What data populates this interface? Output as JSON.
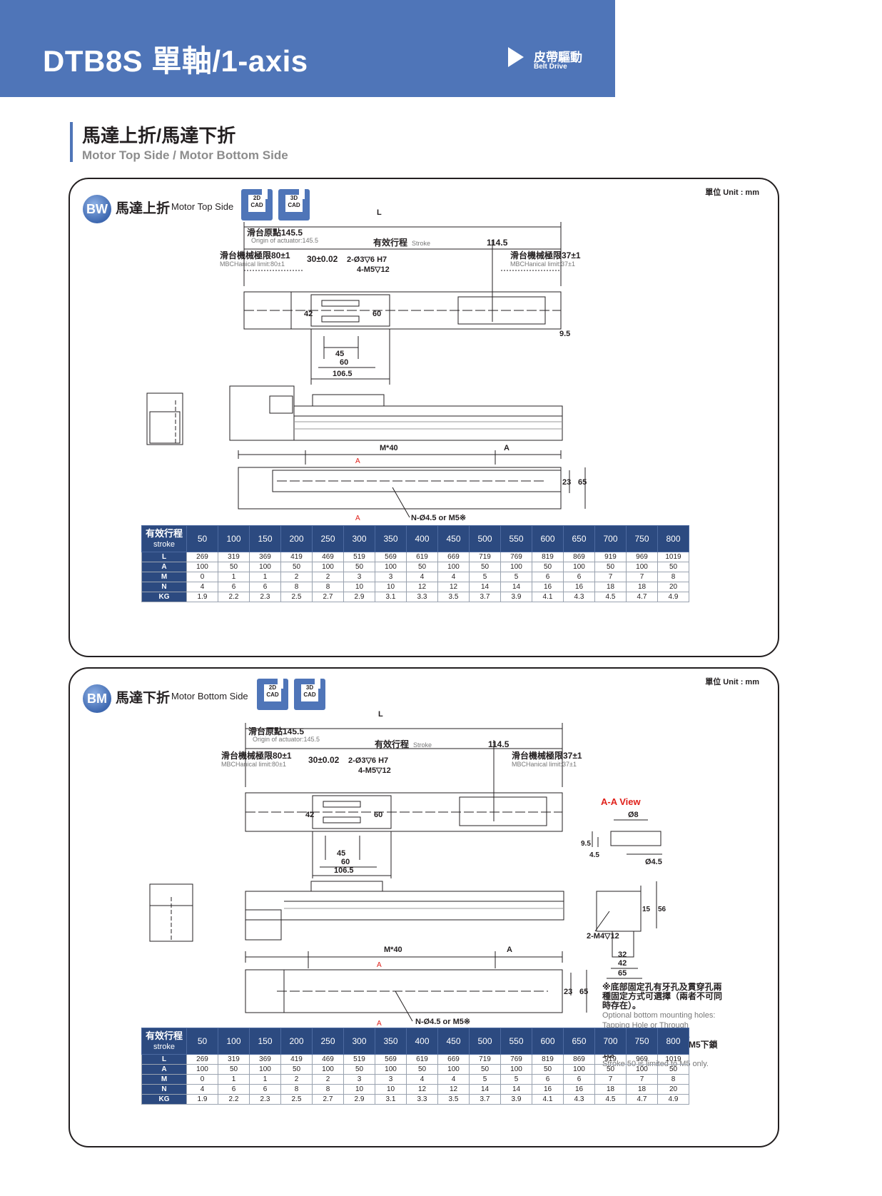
{
  "header": {
    "title": "DTB8S 單軸/1-axis",
    "drive_zh": "皮帶驅動",
    "drive_en": "Belt Drive"
  },
  "section": {
    "title_zh": "馬達上折/馬達下折",
    "title_en": "Motor Top Side / Motor Bottom Side"
  },
  "unit_label": "單位 Unit : mm",
  "cad_labels": [
    "2D CAD",
    "3D CAD"
  ],
  "panels": [
    {
      "badge": "BW",
      "title_zh": "馬達上折",
      "title_en": "Motor Top Side",
      "dims": {
        "L": "L",
        "origin_zh": "滑台原點145.5",
        "origin_en": "Origin of actuator:145.5",
        "stroke_zh": "有效行程",
        "stroke_en": "Stroke",
        "d1145": "114.5",
        "mech80_zh": "滑台機械極限80±1",
        "mech80_en": "MBCHanical limit:80±1",
        "mech37_zh": "滑台機械極限37±1",
        "mech37_en": "MBCHanical limit:37±1",
        "tol": "30±0.02",
        "pin": "2-Ø3▽6 H7",
        "screw": "4-M5▽12",
        "d42": "42",
        "d60v": "60",
        "d45": "45",
        "d60": "60",
        "d1065": "106.5",
        "d95": "9.5",
        "m40": "M*40",
        "A": "A",
        "Amark": "A",
        "nhole": "N-Ø4.5 or M5※",
        "d23": "23",
        "d65": "65"
      }
    },
    {
      "badge": "BM",
      "title_zh": "馬達下折",
      "title_en": "Motor Bottom Side",
      "dims": {
        "L": "L",
        "origin_zh": "滑台原點145.5",
        "origin_en": "Origin of actuator:145.5",
        "stroke_zh": "有效行程",
        "stroke_en": "Stroke",
        "d1145": "114.5",
        "mech80_zh": "滑台機械極限80±1",
        "mech80_en": "MBCHanical limit:80±1",
        "mech37_zh": "滑台機械極限37±1",
        "mech37_en": "MBCHanical limit:37±1",
        "tol": "30±0.02",
        "pin": "2-Ø3▽6 H7",
        "screw": "4-M5▽12",
        "d42": "42",
        "d60v": "60",
        "d45": "45",
        "d60": "60",
        "d1065": "106.5",
        "m40": "M*40",
        "A": "A",
        "Amark": "A",
        "nhole": "N-Ø4.5 or M5※",
        "d23": "23",
        "d65": "65",
        "aa_view": "A-A View",
        "d8": "Ø8",
        "d45b": "4.5",
        "d95": "9.5",
        "d45c": "Ø4.5",
        "m4": "2-M4▽12",
        "d15": "15",
        "d56": "56",
        "d32": "32",
        "d42b": "42",
        "d65b": "65"
      },
      "notes": {
        "n1_zh": "※底部固定孔有牙孔及貫穿孔兩種固定方式可選擇（兩者不可同時存在）。",
        "n1_en": "Optional bottom mounting holes: Tapping Hole or Through Hole(*.Not at same time).",
        "n2_zh": "※行程50限定只能選用M5下鎖式。",
        "n2_en": "Stroke 50 is limited to M5 only."
      }
    }
  ],
  "spec_table": {
    "header_label": [
      "有效行程",
      "stroke"
    ],
    "strokes": [
      "50",
      "100",
      "150",
      "200",
      "250",
      "300",
      "350",
      "400",
      "450",
      "500",
      "550",
      "600",
      "650",
      "700",
      "750",
      "800"
    ],
    "rows": [
      {
        "label": "L",
        "values": [
          "269",
          "319",
          "369",
          "419",
          "469",
          "519",
          "569",
          "619",
          "669",
          "719",
          "769",
          "819",
          "869",
          "919",
          "969",
          "1019"
        ]
      },
      {
        "label": "A",
        "values": [
          "100",
          "50",
          "100",
          "50",
          "100",
          "50",
          "100",
          "50",
          "100",
          "50",
          "100",
          "50",
          "100",
          "50",
          "100",
          "50"
        ]
      },
      {
        "label": "M",
        "values": [
          "0",
          "1",
          "1",
          "2",
          "2",
          "3",
          "3",
          "4",
          "4",
          "5",
          "5",
          "6",
          "6",
          "7",
          "7",
          "8"
        ]
      },
      {
        "label": "N",
        "values": [
          "4",
          "6",
          "6",
          "8",
          "8",
          "10",
          "10",
          "12",
          "12",
          "14",
          "14",
          "16",
          "16",
          "18",
          "18",
          "20"
        ]
      },
      {
        "label": "KG",
        "values": [
          "1.9",
          "2.2",
          "2.3",
          "2.5",
          "2.7",
          "2.9",
          "3.1",
          "3.3",
          "3.5",
          "3.7",
          "3.9",
          "4.1",
          "4.3",
          "4.5",
          "4.7",
          "4.9"
        ]
      }
    ]
  },
  "colors": {
    "brand": "#4f75b8",
    "table_header": "#2c4a80",
    "accent_red": "#e0201a"
  }
}
